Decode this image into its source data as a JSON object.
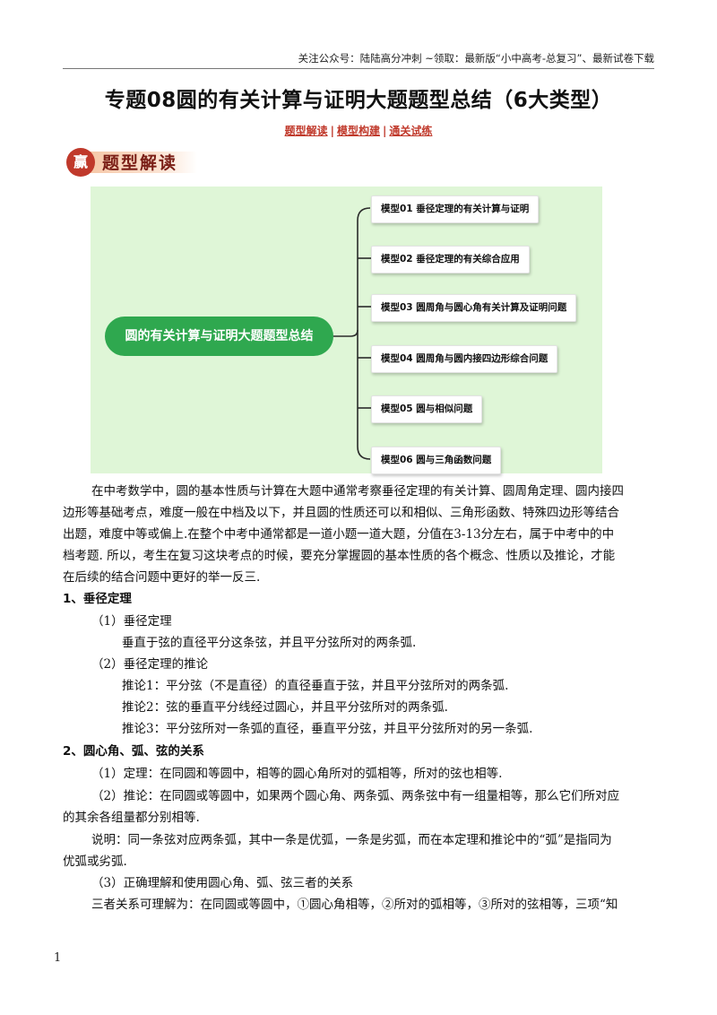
{
  "header": {
    "note": "关注公众号：陆陆高分冲刺 ~领取：最新版“小中高考-总复习”、最新试卷下载",
    "title": "专题08圆的有关计算与证明大题题型总结（6大类型）",
    "nav": [
      "题型解读",
      "模型构建",
      "通关试练"
    ]
  },
  "banner": {
    "icon_glyph": "赢",
    "label": "题型解读"
  },
  "mindmap": {
    "center": "圆的有关计算与证明大题题型总结",
    "leaves": [
      "模型01 垂径定理的有关计算与证明",
      "模型02 垂径定理的有关综合应用",
      "模型03 圆周角与圆心角有关计算及证明问题",
      "模型04 圆周角与圆内接四边形综合问题",
      "模型05 圆与相似问题",
      "模型06 圆与三角函数问题"
    ],
    "colors": {
      "background": "#dff6d7",
      "center": "#2fa84f",
      "lines": "#2b2b2b"
    }
  },
  "content": {
    "intro_lines": [
      "在中考数学中，圆的基本性质与计算在大题中通常考察垂径定理的有关计算、圆周角定理、圆内接四",
      "边形等基础考点，难度一般在中档及以下，并且圆的性质还可以和相似、三角形函数、特殊四边形等结合",
      "出题，难度中等或偏上.在整个中考中通常都是一道小题一道大题，分值在3-13分左右，属于中考中的中",
      "档考题. 所以，考生在复习这块考点的时候，要充分掌握圆的基本性质的各个概念、性质以及推论，才能",
      "在后续的结合问题中更好的举一反三."
    ],
    "s1_heading": "1、垂径定理",
    "s1_a": "（1）垂径定理",
    "s1_a_text": "垂直于弦的直径平分这条弦，并且平分弦所对的两条弧.",
    "s1_b": "（2）垂径定理的推论",
    "s1_b_1": "推论1：平分弦（不是直径）的直径垂直于弦，并且平分弦所对的两条弧.",
    "s1_b_2": "推论2：弦的垂直平分线经过圆心，并且平分弦所对的两条弧.",
    "s1_b_3": "推论3：平分弦所对一条弧的直径，垂直平分弦，并且平分弦所对的另一条弧.",
    "s2_heading": "2、圆心角、弧、弦的关系",
    "s2_1": "（1）定理：在同圆和等圆中，相等的圆心角所对的弧相等，所对的弦也相等.",
    "s2_2a": "（2）推论：在同圆或等圆中，如果两个圆心角、两条弧、两条弦中有一组量相等，那么它们所对应",
    "s2_2b": "的其余各组量都分别相等.",
    "s2_note_a": "说明：同一条弦对应两条弧，其中一条是优弧，一条是劣弧，而在本定理和推论中的“弧”是指同为",
    "s2_note_b": "优弧或劣弧.",
    "s2_3": "（3）正确理解和使用圆心角、弧、弦三者的关系",
    "s2_3_text": "三者关系可理解为：在同圆或等圆中，①圆心角相等，②所对的弧相等，③所对的弦相等，三项“知"
  },
  "footer": {
    "page": "1"
  }
}
